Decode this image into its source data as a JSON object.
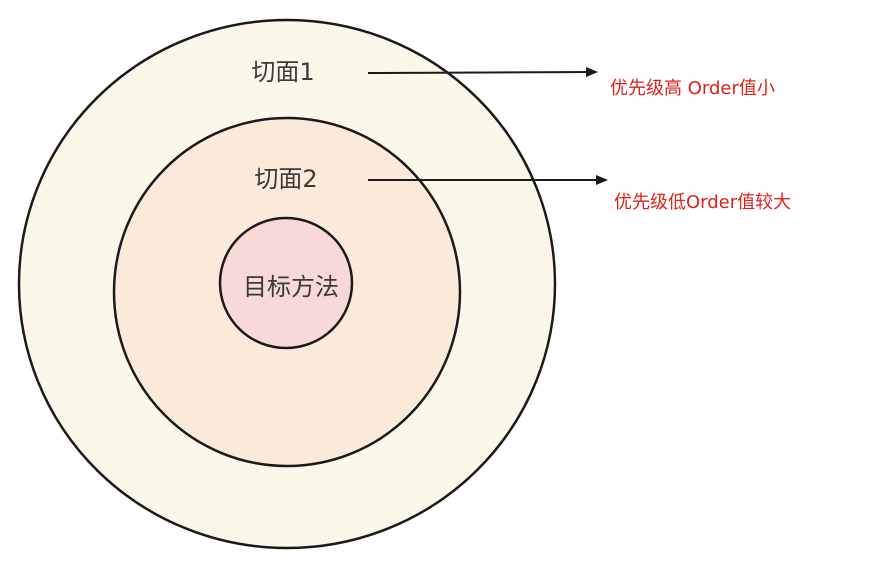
{
  "diagram": {
    "outer_ring": {
      "label": "切面1",
      "fill": "#fbf7e9"
    },
    "middle_ring": {
      "label": "切面2",
      "fill": "#fbe9da"
    },
    "inner_core": {
      "label": "目标方法",
      "fill": "#f9d9d8"
    },
    "stroke_color": "#1a1a1a",
    "annotations": [
      {
        "text": "优先级高 Order值小",
        "color": "#e0201a"
      },
      {
        "text": "优先级低Order值较大",
        "color": "#e0201a"
      }
    ]
  }
}
